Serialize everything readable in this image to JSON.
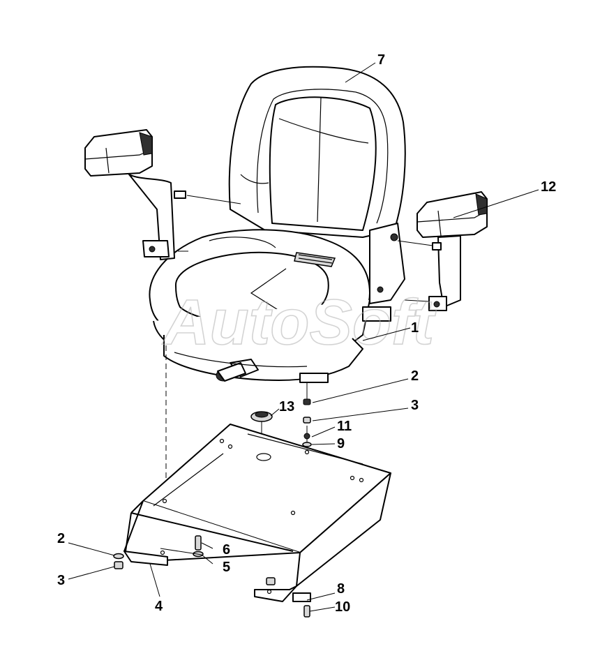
{
  "watermark": "AutoSoft",
  "callouts": {
    "c7": "7",
    "c12": "12",
    "c1": "1",
    "c2a": "2",
    "c3a": "3",
    "c13": "13",
    "c11": "11",
    "c9": "9",
    "c2b": "2",
    "c6": "6",
    "c5": "5",
    "c3b": "3",
    "c4": "4",
    "c8": "8",
    "c10": "10"
  }
}
